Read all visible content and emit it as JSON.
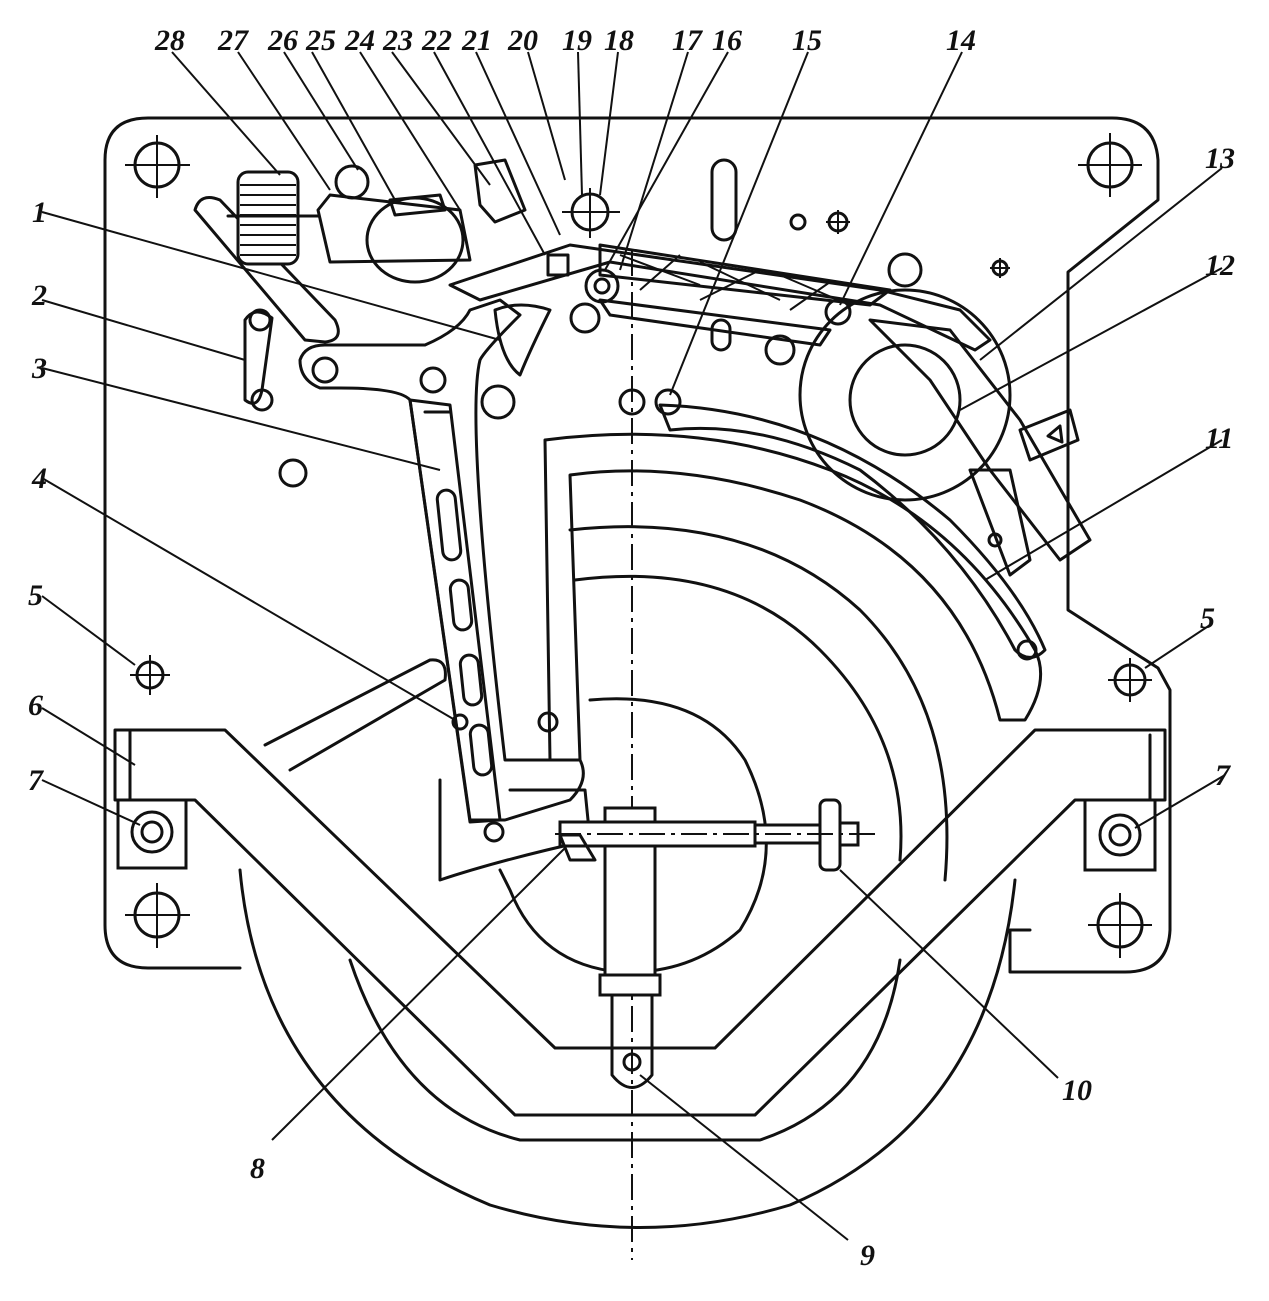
{
  "labels": {
    "n1": "1",
    "n2": "2",
    "n3": "3",
    "n4": "4",
    "n5": "5",
    "n5b": "5",
    "n6": "6",
    "n7": "7",
    "n7b": "7",
    "n8": "8",
    "n9": "9",
    "n10": "10",
    "n11": "11",
    "n12": "12",
    "n13": "13",
    "n14": "14",
    "n15": "15",
    "n16": "16",
    "n17": "17",
    "n18": "18",
    "n19": "19",
    "n20": "20",
    "n21": "21",
    "n22": "22",
    "n23": "23",
    "n24": "24",
    "n25": "25",
    "n26": "26",
    "n27": "27",
    "n28": "28"
  },
  "colors": {
    "ink": "#111111",
    "paper": "#ffffff"
  }
}
